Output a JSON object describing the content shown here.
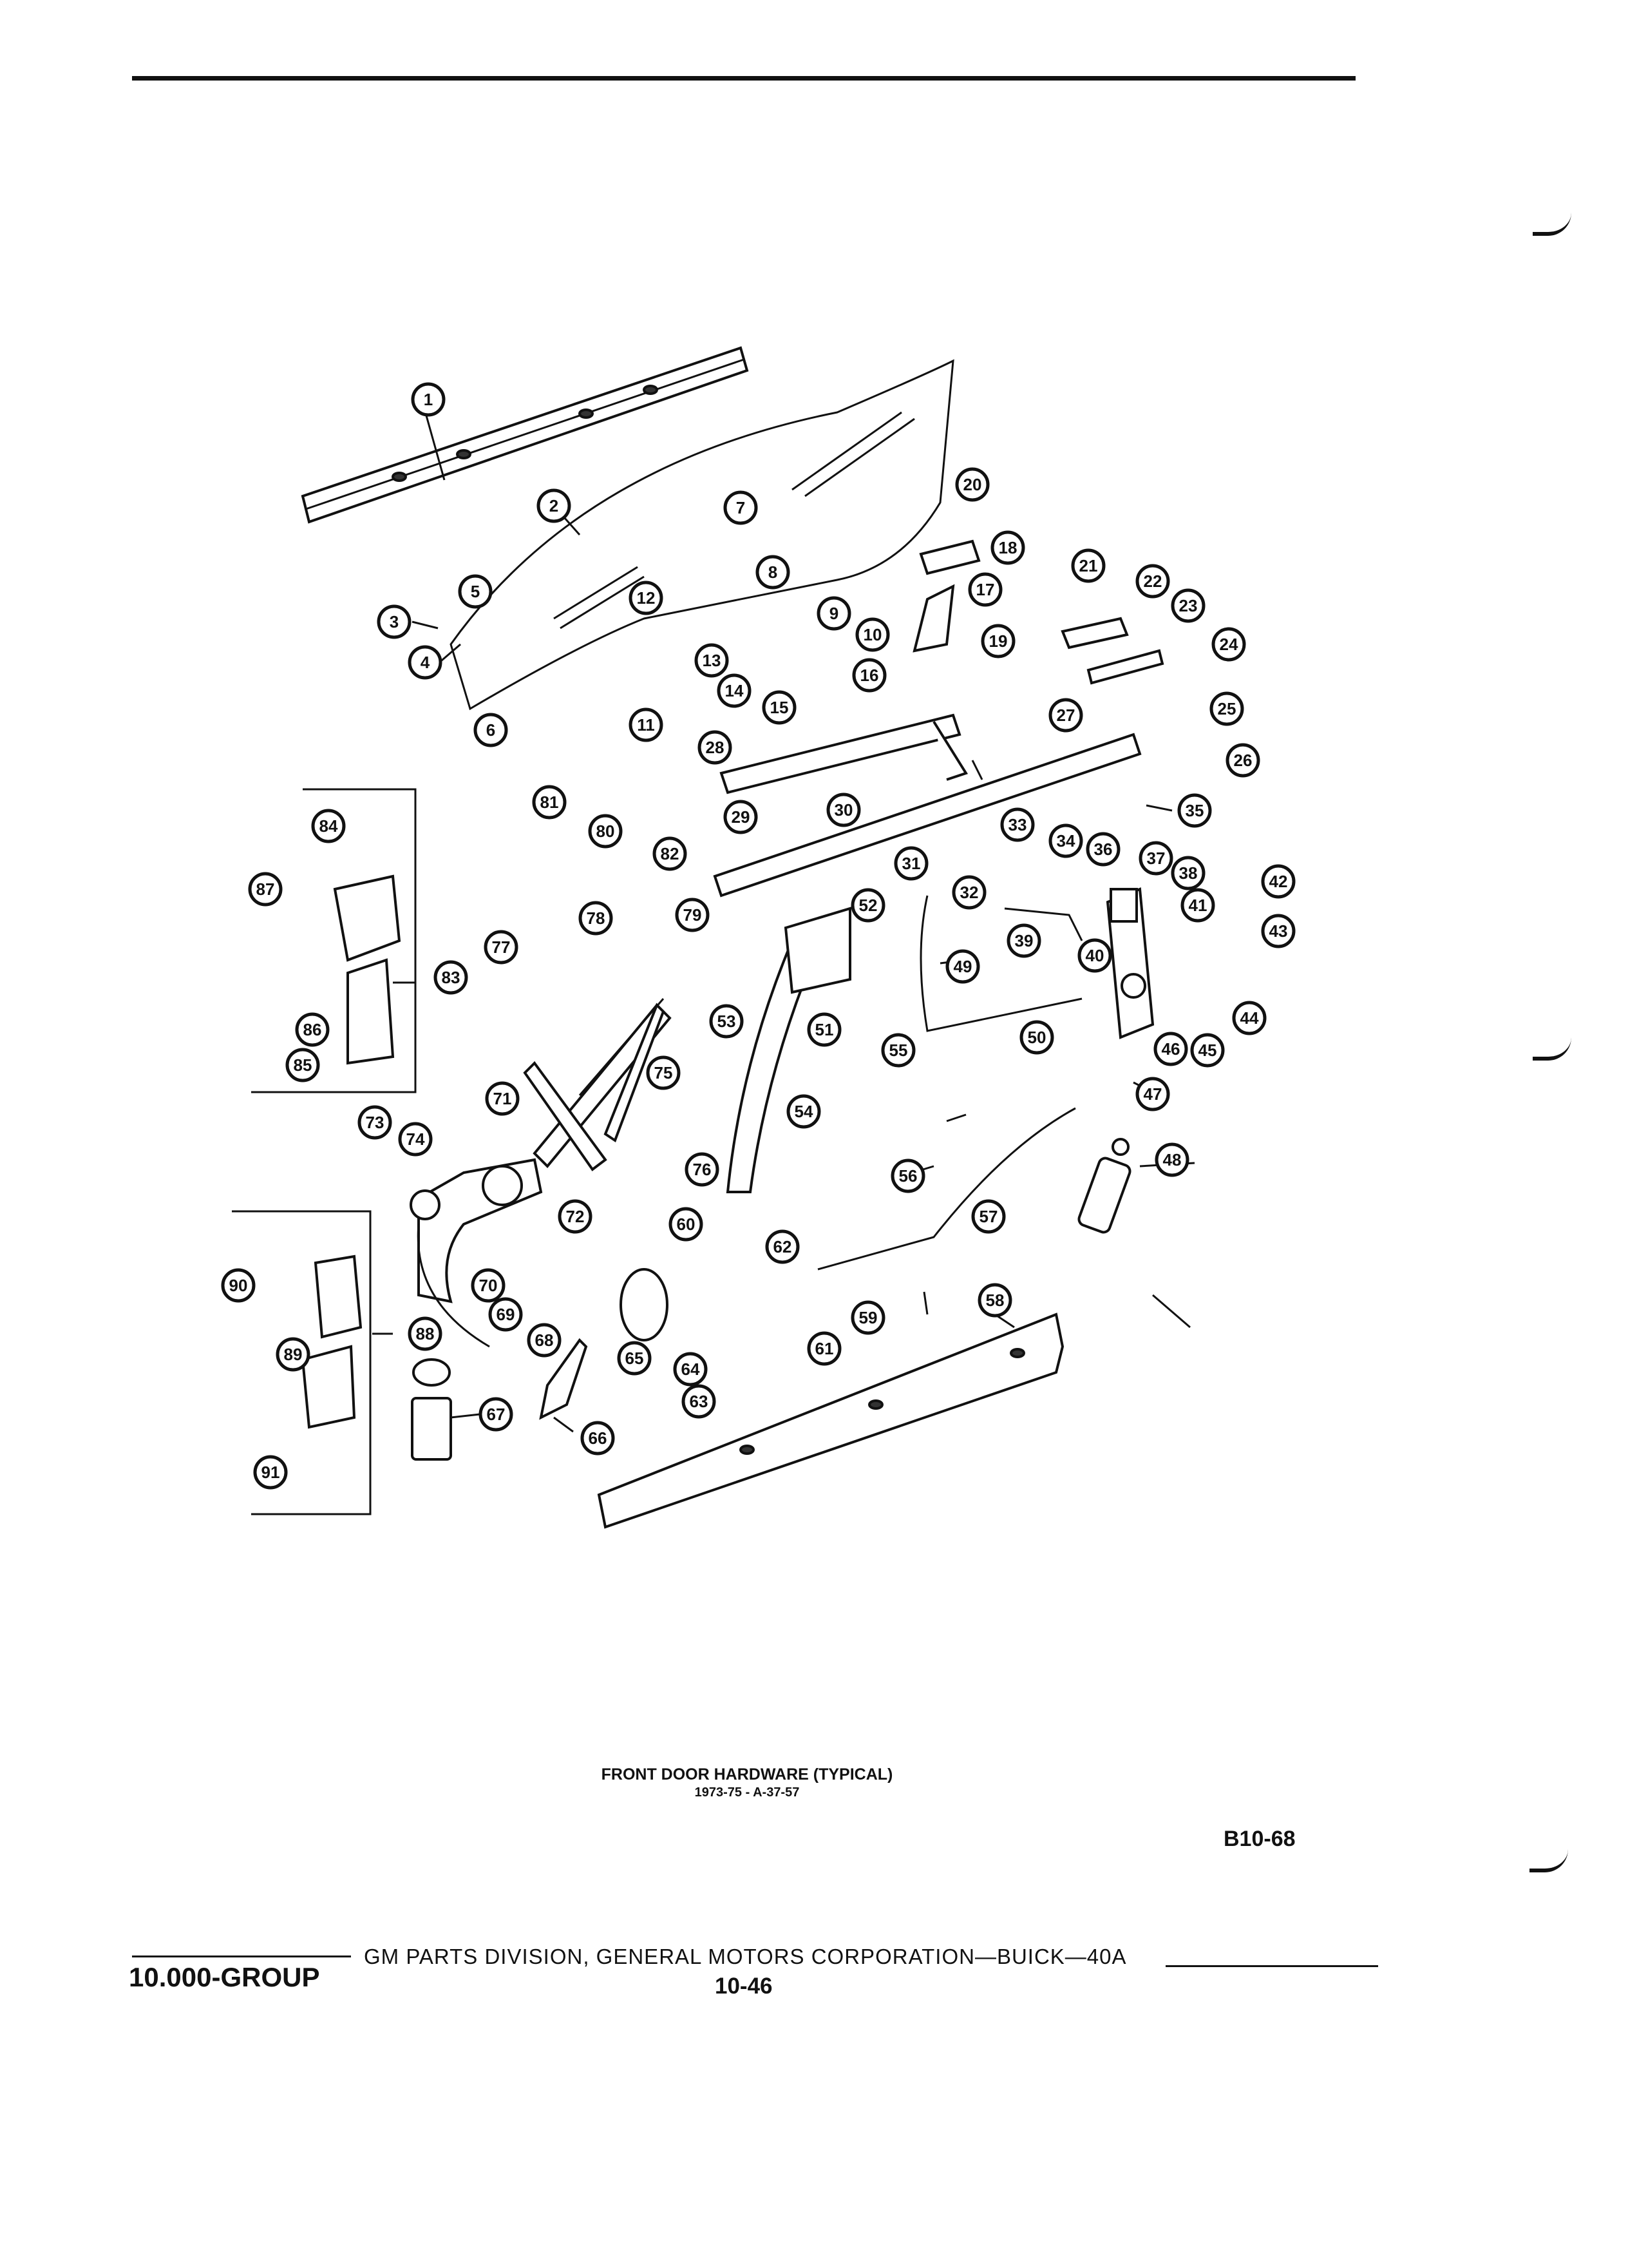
{
  "caption": {
    "title": "FRONT DOOR HARDWARE (TYPICAL)",
    "subtitle": "1973-75 - A-37-57"
  },
  "figure_id": "B10-68",
  "footer": {
    "group": "10.000-GROUP",
    "publisher": "GM PARTS DIVISION, GENERAL MOTORS CORPORATION—BUICK—40A",
    "page": "10-46"
  },
  "callouts": [
    "1",
    "2",
    "3",
    "4",
    "5",
    "6",
    "7",
    "8",
    "9",
    "10",
    "11",
    "12",
    "13",
    "14",
    "15",
    "16",
    "17",
    "18",
    "19",
    "20",
    "21",
    "22",
    "23",
    "24",
    "25",
    "26",
    "27",
    "28",
    "29",
    "30",
    "31",
    "32",
    "33",
    "34",
    "35",
    "36",
    "37",
    "38",
    "39",
    "40",
    "41",
    "42",
    "43",
    "44",
    "45",
    "46",
    "47",
    "48",
    "49",
    "50",
    "51",
    "52",
    "53",
    "54",
    "55",
    "56",
    "57",
    "58",
    "59",
    "60",
    "61",
    "62",
    "63",
    "64",
    "65",
    "66",
    "67",
    "68",
    "69",
    "70",
    "71",
    "72",
    "73",
    "74",
    "75",
    "76",
    "77",
    "78",
    "79",
    "80",
    "81",
    "82",
    "83",
    "84",
    "85",
    "86",
    "87",
    "88",
    "89",
    "90",
    "91"
  ]
}
